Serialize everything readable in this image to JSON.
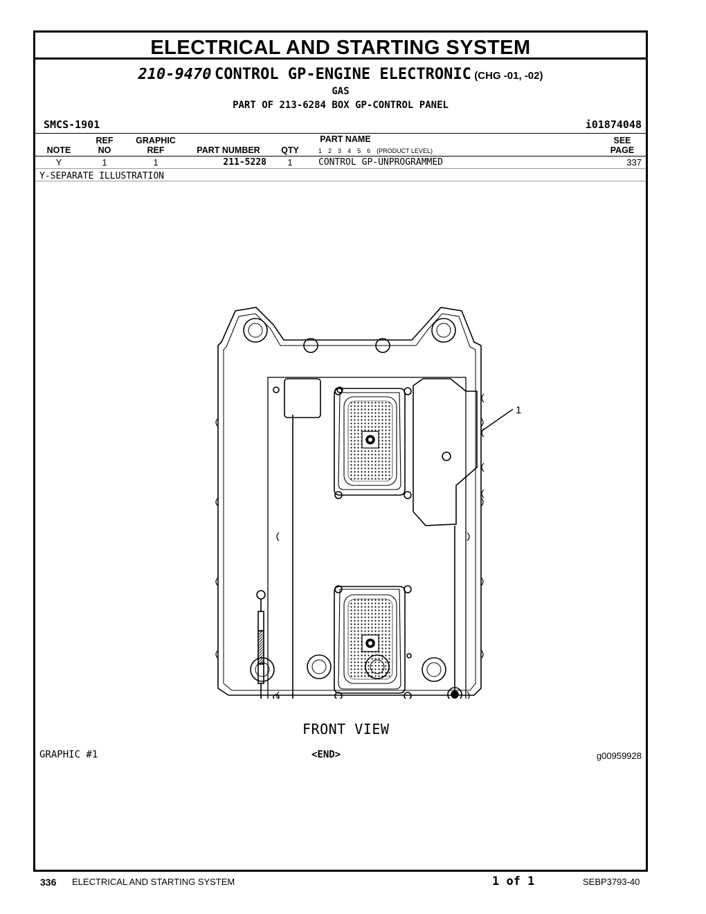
{
  "header": {
    "title": "ELECTRICAL AND STARTING SYSTEM",
    "part_number": "210-9470",
    "part_name": "CONTROL GP-ENGINE ELECTRONIC",
    "change": "(CHG -01, -02)",
    "application": "GAS",
    "part_of": "PART OF 213-6284 BOX GP-CONTROL PANEL",
    "smcs": "SMCS-1901",
    "ident": "i01874048"
  },
  "table": {
    "columns": {
      "note": "NOTE",
      "ref_top": "REF",
      "ref_bottom": "NO",
      "graphic_top": "GRAPHIC",
      "graphic_bottom": "REF",
      "part_number": "PART NUMBER",
      "qty": "QTY",
      "part_name": "PART NAME",
      "see_top": "SEE",
      "see_bottom": "PAGE"
    },
    "levels": [
      "1",
      "2",
      "3",
      "4",
      "5",
      "6"
    ],
    "levels_label": "(PRODUCT LEVEL)",
    "rows": [
      {
        "note": "Y",
        "ref_no": "1",
        "graphic_ref": "1",
        "part_number": "211-5228",
        "qty": "1",
        "part_name": "CONTROL GP-UNPROGRAMMED",
        "see_page": "337"
      }
    ],
    "notes": [
      "Y-SEPARATE ILLUSTRATION"
    ]
  },
  "illustration": {
    "view_label": "FRONT VIEW",
    "callout": "1",
    "graphic_label": "GRAPHIC #1",
    "end_label": "<END>",
    "graphic_id": "g00959928"
  },
  "footer": {
    "page": "336",
    "section": "ELECTRICAL AND STARTING SYSTEM",
    "page_of": "1 of 1",
    "doc": "SEBP3793-40"
  }
}
